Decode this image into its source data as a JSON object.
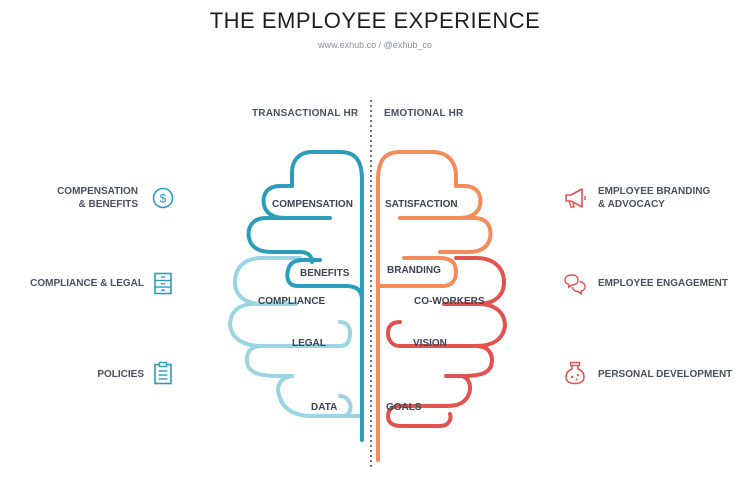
{
  "title": "THE EMPLOYEE EXPERIENCE",
  "subtitle": "www.exhub.co / @exhub_co",
  "headers": {
    "left": "TRANSACTIONAL HR",
    "right": "EMOTIONAL HR"
  },
  "brain_left": {
    "compensation": "COMPENSATION",
    "benefits": "BENEFITS",
    "compliance": "COMPLIANCE",
    "legal": "LEGAL",
    "data": "DATA"
  },
  "brain_right": {
    "satisfaction": "SATISFACTION",
    "branding": "BRANDING",
    "coworkers": "CO-WORKERS",
    "vision": "VISION",
    "goals": "GOALS"
  },
  "side_left": [
    {
      "label": "COMPENSATION\n& BENEFITS",
      "icon": "dollar-icon"
    },
    {
      "label": "COMPLIANCE & LEGAL",
      "icon": "cabinet-icon"
    },
    {
      "label": "POLICIES",
      "icon": "clipboard-icon"
    }
  ],
  "side_right": [
    {
      "label": "EMPLOYEE BRANDING\n& ADVOCACY",
      "icon": "megaphone-icon"
    },
    {
      "label": "EMPLOYEE ENGAGEMENT",
      "icon": "chat-bubbles-icon"
    },
    {
      "label": "PERSONAL DEVELOPMENT",
      "icon": "flask-icon"
    }
  ],
  "colors": {
    "dark_teal": "#2b9cbc",
    "light_teal": "#9bd4e3",
    "orange": "#f38c5a",
    "red": "#e2524f",
    "text": "#3d4350"
  }
}
